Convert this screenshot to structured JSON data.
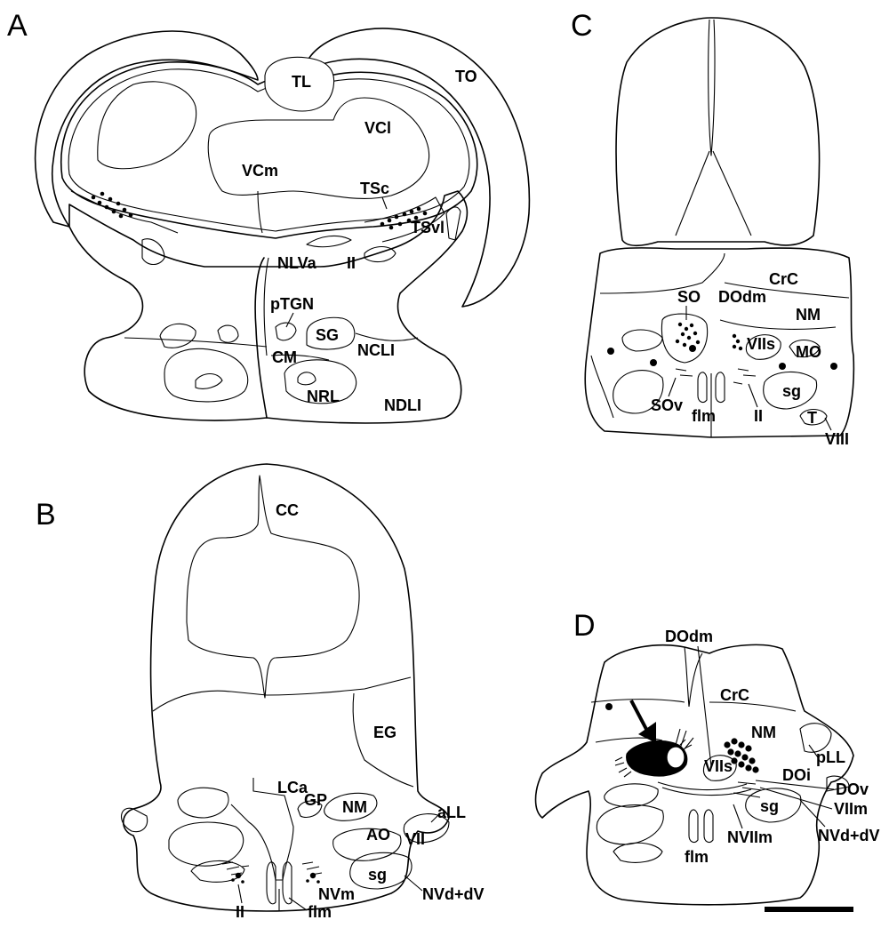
{
  "panels": {
    "A": {
      "letter": "A",
      "labels": {
        "tl": "TL",
        "to": "TO",
        "vcl": "VCl",
        "vcm": "VCm",
        "tsc": "TSc",
        "tsvl": "TSvl",
        "nlva": "NLVa",
        "ii": "II",
        "ptgn": "pTGN",
        "sg": "SG",
        "ncli": "NCLI",
        "cm": "CM",
        "nrl": "NRL",
        "ndli": "NDLI"
      }
    },
    "B": {
      "letter": "B",
      "labels": {
        "cc": "CC",
        "eg": "EG",
        "lca": "LCa",
        "gp": "GP",
        "nm": "NM",
        "all": "aLL",
        "ao": "AO",
        "vii": "VII",
        "sg": "sg",
        "nvm": "NVm",
        "nvddv": "NVd+dV",
        "ii": "II",
        "flm": "flm"
      }
    },
    "C": {
      "letter": "C",
      "labels": {
        "crc": "CrC",
        "so": "SO",
        "dodm": "DOdm",
        "nm": "NM",
        "viis": "VIIs",
        "mo": "MO",
        "sg": "sg",
        "sov": "SOv",
        "flm": "flm",
        "ii": "II",
        "t": "T",
        "viii": "VIII"
      }
    },
    "D": {
      "letter": "D",
      "labels": {
        "dodm": "DOdm",
        "crc": "CrC",
        "nm": "NM",
        "viis": "VIIs",
        "pll": "pLL",
        "doi": "DOi",
        "dov": "DOv",
        "viim": "VIIm",
        "sg": "sg",
        "nviim": "NVIIm",
        "nvddv": "NVd+dV",
        "flm": "flm"
      }
    }
  }
}
